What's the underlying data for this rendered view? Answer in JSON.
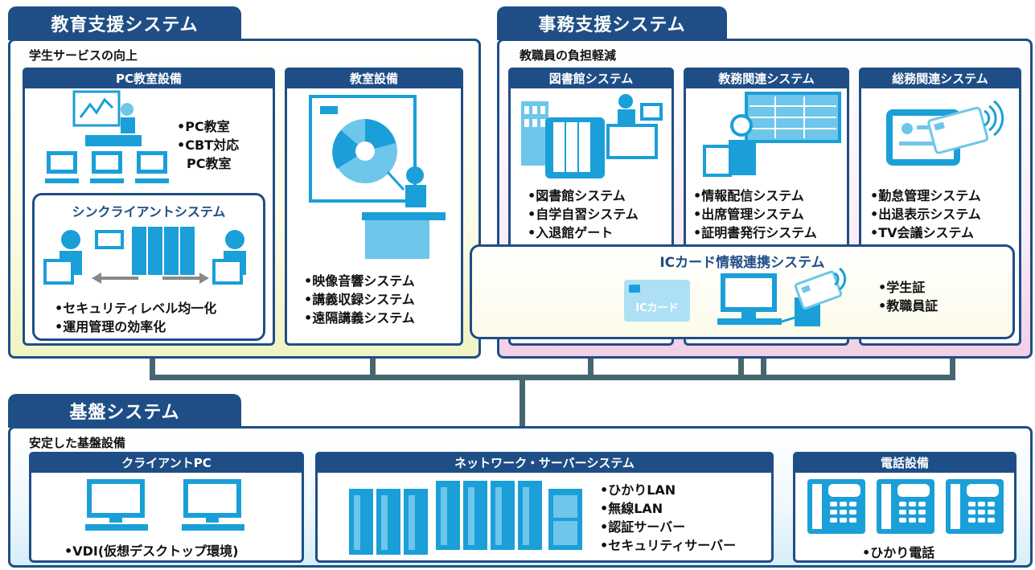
{
  "education": {
    "title": "教育支援システム",
    "subtitle": "学生サービスの向上",
    "pc_room": {
      "title": "PC教室設備",
      "items": [
        "•PC教室",
        "•CBT対応",
        "PC教室"
      ]
    },
    "thin_client": {
      "title": "シンクライアントシステム",
      "items": [
        "•セキュリティレベル均一化",
        "•運用管理の効率化"
      ]
    },
    "classroom": {
      "title": "教室設備",
      "items": [
        "•映像音響システム",
        "•講義収録システム",
        "•遠隔講義システム"
      ]
    }
  },
  "office": {
    "title": "事務支援システム",
    "subtitle": "教職員の負担軽減",
    "library": {
      "title": "図書館システム",
      "items": [
        "•図書館システム",
        "•自学自習システム",
        "•入退館ゲート"
      ]
    },
    "academic": {
      "title": "教務関連システム",
      "items": [
        "•情報配信システム",
        "•出席管理システム",
        "•証明書発行システム"
      ]
    },
    "general": {
      "title": "総務関連システム",
      "items": [
        "•勤怠管理システム",
        "•出退表示システム",
        "•TV会議システム"
      ]
    },
    "ic": {
      "title": "ICカード情報連携システム",
      "card_label": "ICカード",
      "items": [
        "•学生証",
        "•教職員証"
      ]
    }
  },
  "base": {
    "title": "基盤システム",
    "subtitle": "安定した基盤設備",
    "client": {
      "title": "クライアントPC",
      "items": [
        "•VDI(仮想デスクトップ環境)"
      ]
    },
    "network": {
      "title": "ネットワーク・サーバーシステム",
      "items": [
        "•ひかりLAN",
        "•無線LAN",
        "•認証サーバー",
        "•セキュリティサーバー"
      ]
    },
    "phone": {
      "title": "電話設備",
      "items": [
        "•ひかり電話"
      ]
    }
  },
  "colors": {
    "navy": "#1f4e86",
    "cyan": "#1a9fd8",
    "connector": "#46676f"
  }
}
